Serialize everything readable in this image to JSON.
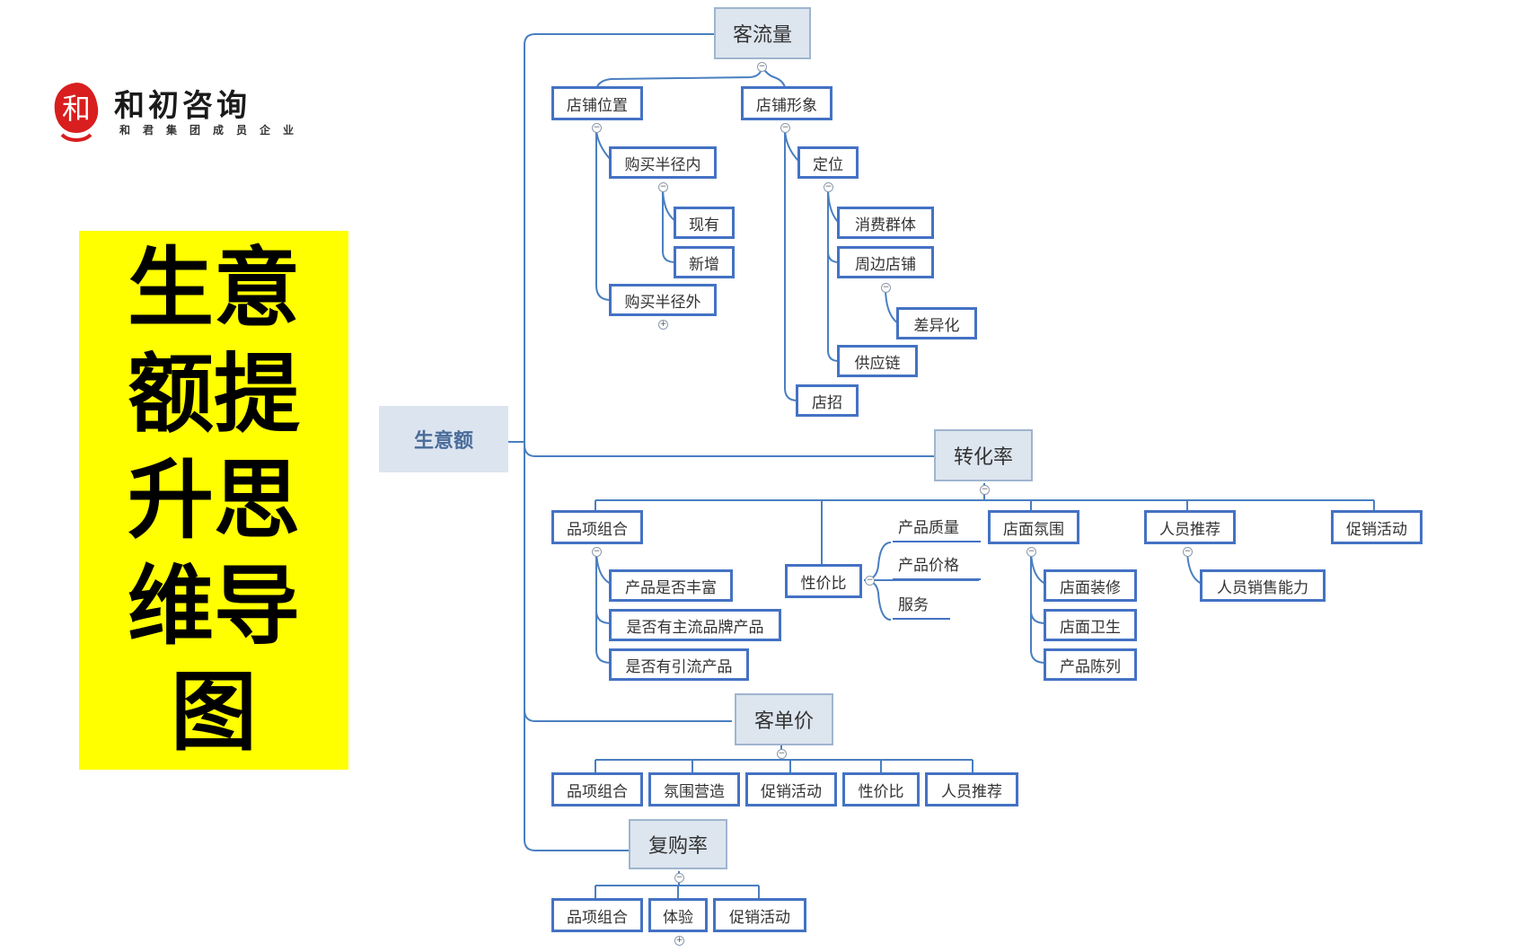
{
  "logo": {
    "mark_char": "和",
    "name": "和初咨询",
    "subtitle": "和君集团成员企业",
    "mark_color": "#d81e1e"
  },
  "title": "生意额提升思维导图",
  "colors": {
    "node_border": "#4472c4",
    "main_fill": "#dde5ef",
    "connector": "#4a7fc1",
    "title_bg": "#ffff00"
  },
  "root": "生意额",
  "traffic": {
    "label": "客流量",
    "location": {
      "label": "店铺位置",
      "inside": "购买半径内",
      "existing": "现有",
      "added": "新增",
      "outside": "购买半径外"
    },
    "image": {
      "label": "店铺形象",
      "positioning": "定位",
      "consumer_group": "消费群体",
      "nearby_stores": "周边店铺",
      "differentiation": "差异化",
      "supply_chain": "供应链",
      "signage": "店招"
    }
  },
  "conversion": {
    "label": "转化率",
    "assortment": {
      "label": "品项组合",
      "items": [
        "产品是否丰富",
        "是否有主流品牌产品",
        "是否有引流产品"
      ]
    },
    "value": {
      "label": "性价比",
      "items": [
        "产品质量",
        "产品价格",
        "服务"
      ]
    },
    "ambience": {
      "label": "店面氛围",
      "items": [
        "店面装修",
        "店面卫生",
        "产品陈列"
      ]
    },
    "staff": {
      "label": "人员推荐",
      "items": [
        "人员销售能力"
      ]
    },
    "promo": "促销活动"
  },
  "ticket": {
    "label": "客单价",
    "items": [
      "品项组合",
      "氛围营造",
      "促销活动",
      "性价比",
      "人员推荐"
    ]
  },
  "repurchase": {
    "label": "复购率",
    "items": [
      "品项组合",
      "体验",
      "促销活动"
    ]
  }
}
